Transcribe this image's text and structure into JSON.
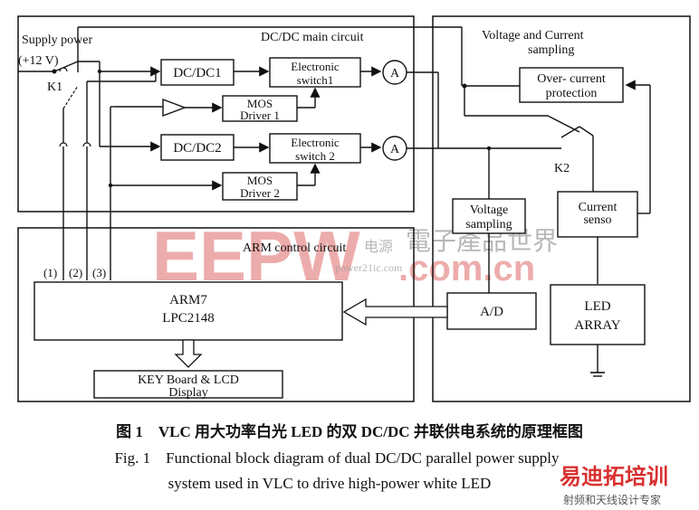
{
  "diagram": {
    "supply": {
      "title": "Supply power",
      "voltage": "(+12 V)",
      "switch": "K1"
    },
    "main_circuit": {
      "title": "DC/DC main circuit"
    },
    "dcdc1": "DC/DC1",
    "dcdc2": "DC/DC2",
    "es1": [
      "Electronic",
      "switch1"
    ],
    "es2": [
      "Electronic",
      "switch 2"
    ],
    "mos1": [
      "MOS",
      "Driver 1"
    ],
    "mos2": [
      "MOS",
      "Driver 2"
    ],
    "ammeter": "A",
    "vc_section": {
      "title": [
        "Voltage and Current",
        "sampling"
      ]
    },
    "ocp": [
      "Over- current",
      "protection"
    ],
    "k2": "K2",
    "current_sensor": [
      "Current",
      "senso"
    ],
    "voltage_sampling": [
      "Voltage",
      "sampling"
    ],
    "arm_section": {
      "title": "ARM control circuit"
    },
    "ports": [
      "(1)",
      "(2)",
      "(3)"
    ],
    "arm": [
      "ARM7",
      "LPC2148"
    ],
    "ad": "A/D",
    "led": [
      "LED",
      "ARRAY"
    ],
    "key": [
      "KEY Board & LCD",
      "Display"
    ]
  },
  "caption": {
    "cn": "图 1　VLC 用大功率白光 LED 的双 DC/DC 并联供电系统的原理框图",
    "en1": "Fig. 1　Functional block diagram of dual DC/DC parallel power supply",
    "en2": "system used in VLC to drive high-power white LED"
  },
  "watermark": {
    "logo": "EEPW",
    "dotcom": ".com.cn",
    "zh": "電子產品世界",
    "domain": "power21ic.com",
    "zh_small": "电源",
    "badge": "易迪拓培训",
    "badge_sub": "射频和天线设计专家"
  }
}
